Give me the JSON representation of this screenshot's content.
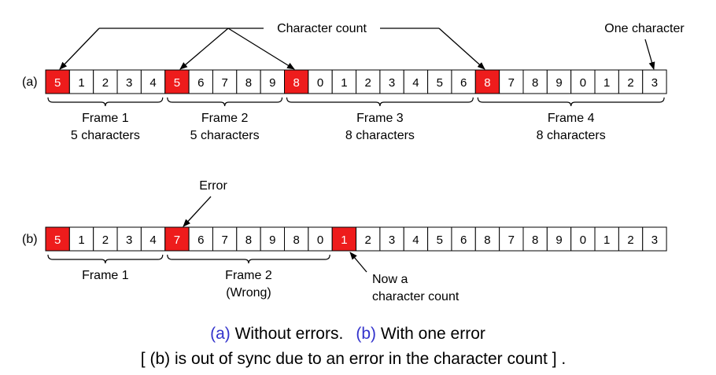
{
  "row_a": {
    "label": "(a)",
    "cells": [
      "5",
      "1",
      "2",
      "3",
      "4",
      "5",
      "6",
      "7",
      "8",
      "9",
      "8",
      "0",
      "1",
      "2",
      "3",
      "4",
      "5",
      "6",
      "8",
      "7",
      "8",
      "9",
      "0",
      "1",
      "2",
      "3"
    ],
    "count_cells": [
      0,
      5,
      10,
      18
    ],
    "annotation_character_count": "Character count",
    "annotation_one_character": "One character",
    "frames": [
      {
        "title": "Frame 1",
        "sub": "5 characters",
        "start": 0,
        "end": 4
      },
      {
        "title": "Frame 2",
        "sub": "5 characters",
        "start": 5,
        "end": 9
      },
      {
        "title": "Frame 3",
        "sub": "8 characters",
        "start": 10,
        "end": 17
      },
      {
        "title": "Frame 4",
        "sub": "8 characters",
        "start": 18,
        "end": 25
      }
    ]
  },
  "row_b": {
    "label": "(b)",
    "cells": [
      "5",
      "1",
      "2",
      "3",
      "4",
      "7",
      "6",
      "7",
      "8",
      "9",
      "8",
      "0",
      "1",
      "2",
      "3",
      "4",
      "5",
      "6",
      "8",
      "7",
      "8",
      "9",
      "0",
      "1",
      "2",
      "3"
    ],
    "count_cells": [
      0,
      5,
      12
    ],
    "annotation_error": "Error",
    "annotation_now_line1": "Now a",
    "annotation_now_line2": "character count",
    "frames": [
      {
        "title": "Frame 1",
        "sub": "",
        "start": 0,
        "end": 4
      },
      {
        "title": "Frame 2",
        "sub": "(Wrong)",
        "start": 5,
        "end": 11
      }
    ]
  },
  "caption": {
    "a_tag": "(a)",
    "a_text": " Without errors.",
    "b_tag": "(b)",
    "b_text": " With one error",
    "line2": "[ (b) is out of sync due to an error in the character count ] ."
  },
  "colors": {
    "count_cell": "#ee1c1c",
    "caption_tag": "#3333cc"
  }
}
